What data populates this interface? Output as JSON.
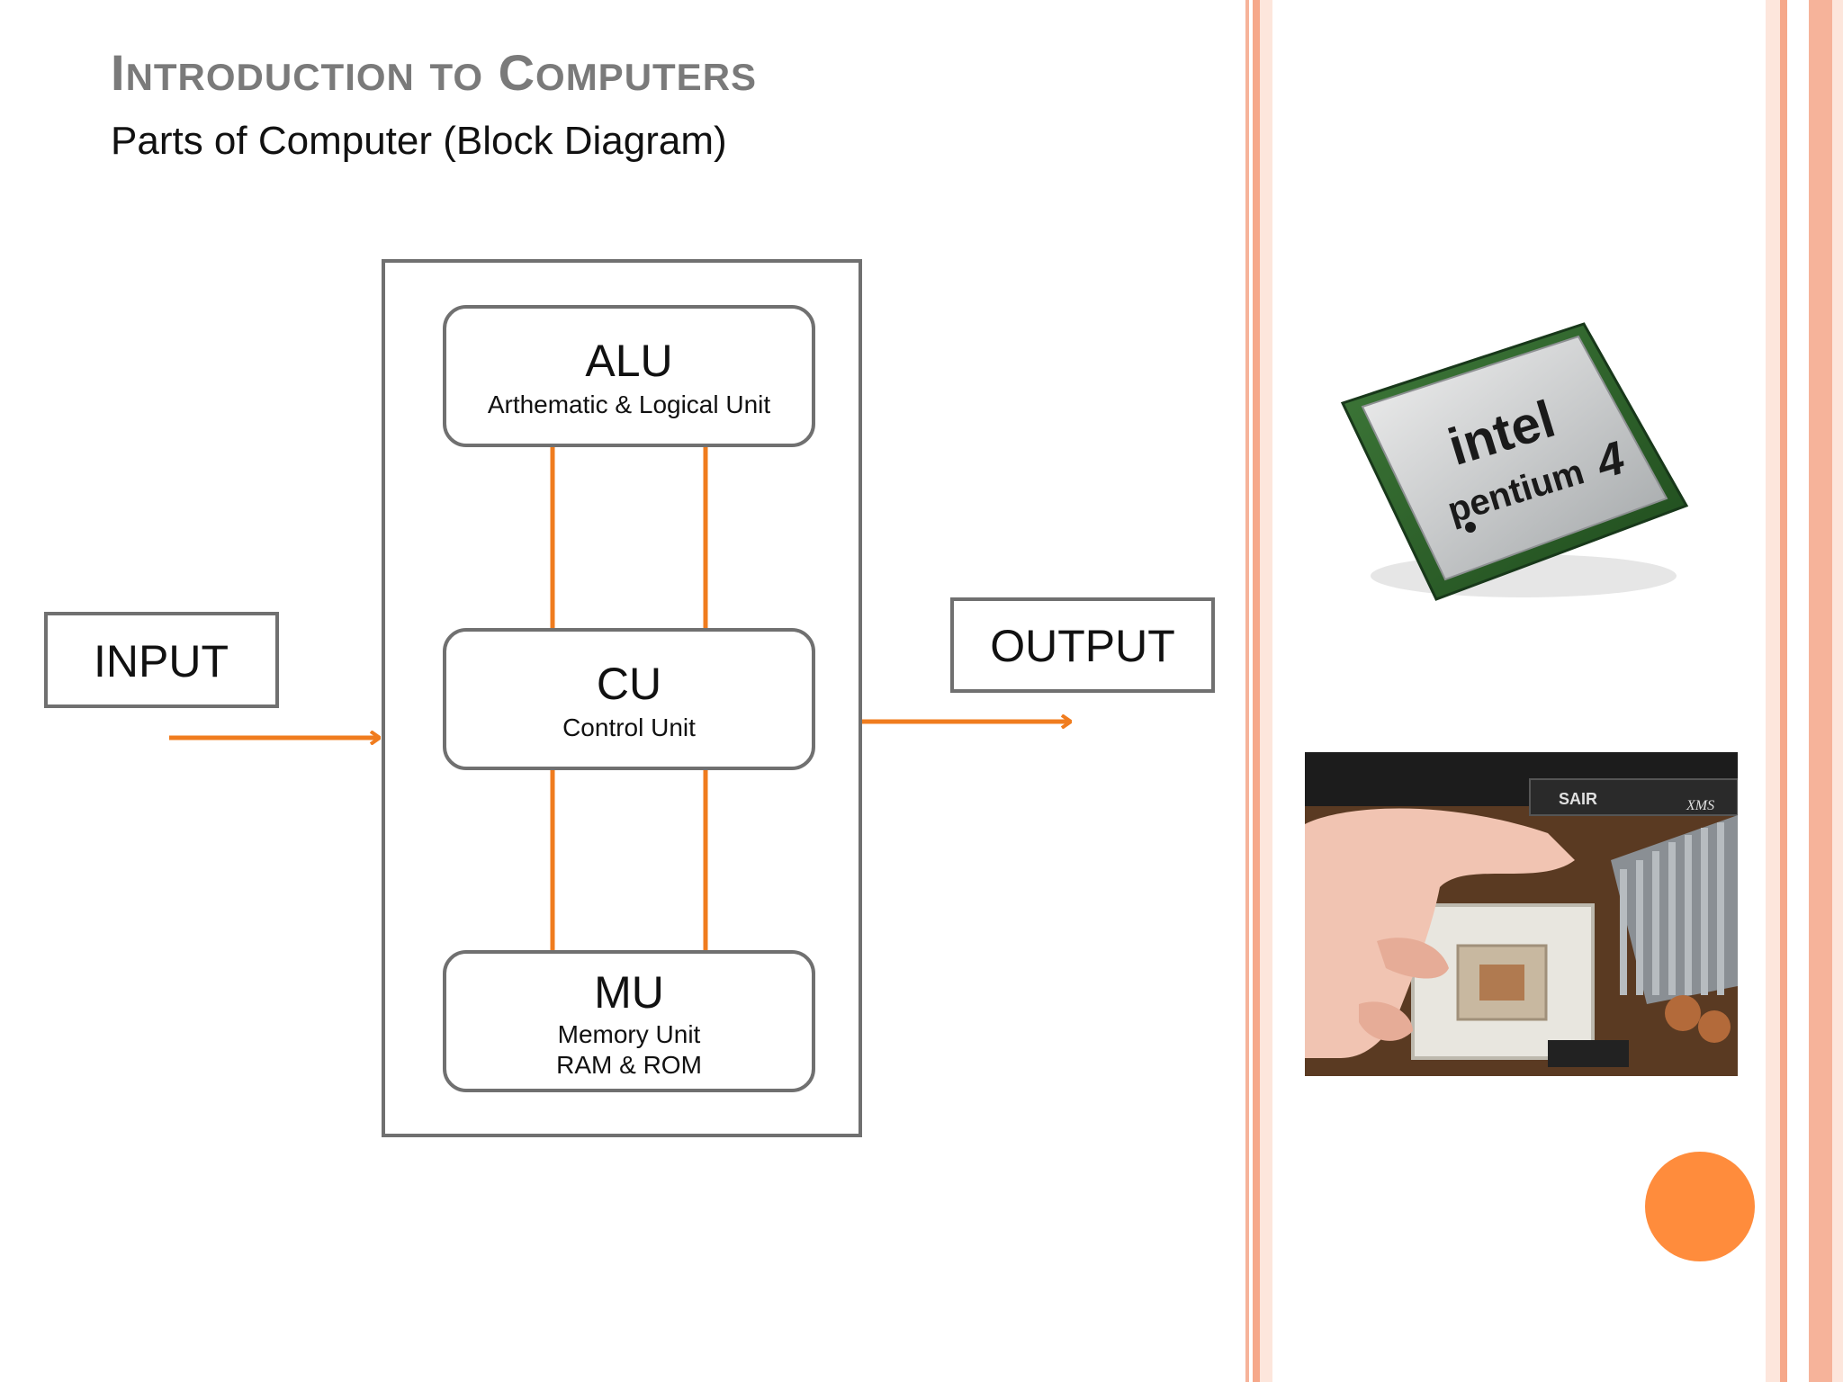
{
  "slide": {
    "title": "Introduction to Computers",
    "title_parts": [
      {
        "cap": "I",
        "rest": "ntroduction"
      },
      {
        "cap": "",
        "rest": "to"
      },
      {
        "cap": "C",
        "rest": "omputers"
      }
    ],
    "subtitle": "Parts of Computer (Block Diagram)"
  },
  "diagram": {
    "input": {
      "label": "INPUT"
    },
    "output": {
      "label": "OUTPUT"
    },
    "alu": {
      "name": "ALU",
      "desc": "Arthematic & Logical Unit"
    },
    "cu": {
      "name": "CU",
      "desc": "Control Unit"
    },
    "mu": {
      "name": "MU",
      "desc_line1": "Memory Unit",
      "desc_line2": "RAM & ROM"
    }
  },
  "photos": {
    "cpu": {
      "brand": "intel",
      "model": "pentium",
      "model_num": "4"
    },
    "board": {
      "ram_label": "SAIR",
      "ram_label2": "XMS"
    }
  },
  "colors": {
    "accent": "#f07c1e",
    "box_border": "#707070",
    "title_gray": "#7a7a7a",
    "stripe_peach": "#f6b39a",
    "stripe_light": "#fde6dc",
    "circle": "#ff8c3c"
  }
}
